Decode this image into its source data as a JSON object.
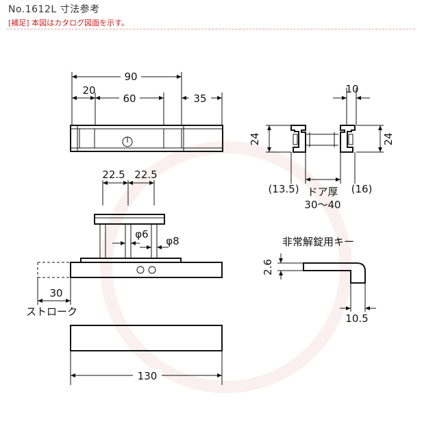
{
  "header": {
    "title": "No.1612L 寸法参考",
    "note": "[補足] 本図はカタログ図面を示す。"
  },
  "dimensions": {
    "top_total": "90",
    "top_left": "20",
    "top_mid": "60",
    "top_right": "35",
    "side_top": "10",
    "side_left_h": "24",
    "side_right_h": "24",
    "side_left_bottom": "(13.5)",
    "side_right_bottom": "(16)",
    "pitch_a": "22.5",
    "pitch_b": "22.5",
    "hole_small": "φ6",
    "hole_large": "φ8",
    "stroke_value": "30",
    "bottom_total": "130",
    "key_thickness": "2.6",
    "key_width": "10.5"
  },
  "labels": {
    "door_thickness": "ドア厚",
    "door_range": "30〜40",
    "emergency_key": "非常解錠用キー",
    "stroke": "ストローク"
  }
}
